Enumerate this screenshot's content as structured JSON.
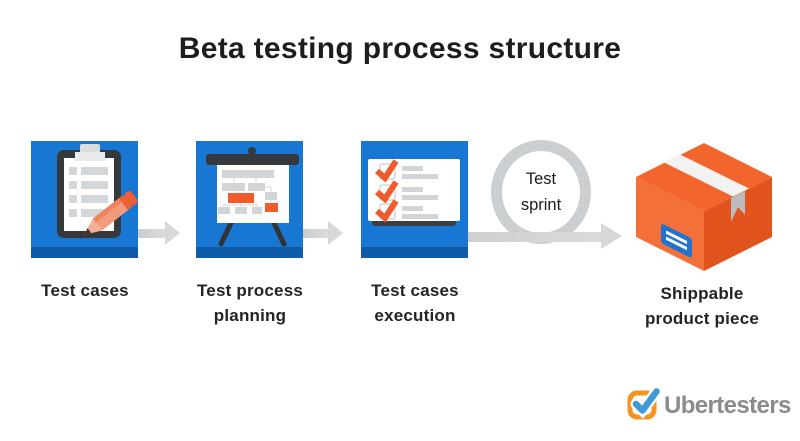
{
  "title": "Beta testing process structure",
  "steps": [
    {
      "line1": "Test cases",
      "line2": "",
      "icon": "clipboard-pencil-icon"
    },
    {
      "line1": "Test process",
      "line2": "planning",
      "icon": "easel-flowchart-icon"
    },
    {
      "line1": "Test cases",
      "line2": "execution",
      "icon": "checklist-icon"
    }
  ],
  "sprint": {
    "line1": "Test",
    "line2": "sprint"
  },
  "final": {
    "line1": "Shippable",
    "line2": "product piece",
    "icon": "shipping-box-icon"
  },
  "logo": {
    "text": "Ubertesters",
    "icon": "checkbox-check-icon"
  },
  "colors": {
    "tile_blue": "#1877d2",
    "tile_blue_dark": "#0f5ba8",
    "accent_orange": "#f05b2c",
    "arrow_gray": "#d4d6d8",
    "ring_gray": "#cbcfd1",
    "logo_orange": "#f6921e",
    "logo_blue": "#3f9ad6",
    "logo_text_gray": "#8b8b8b",
    "title_black": "#1d1d1d"
  }
}
